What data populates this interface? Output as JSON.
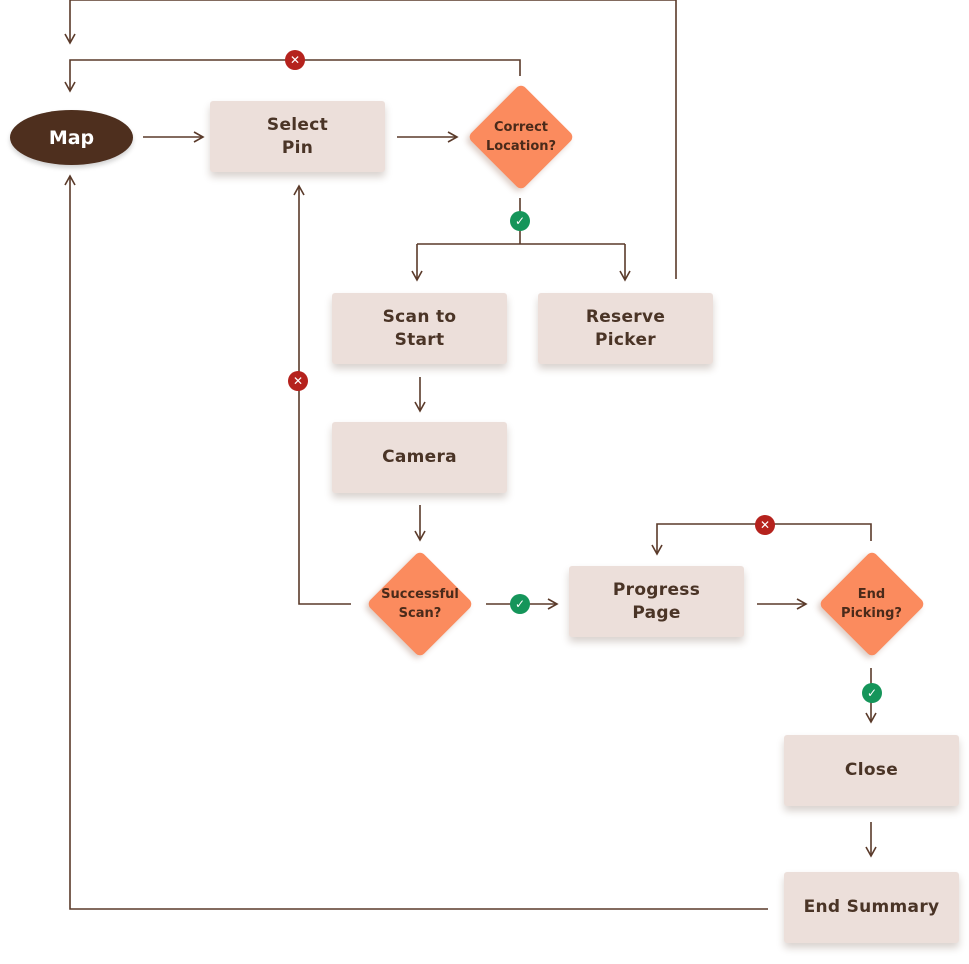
{
  "nodes": {
    "map": "Map",
    "select_pin": "Select\nPin",
    "correct_location": "Correct\nLocation?",
    "scan_to_start": "Scan to\nStart",
    "reserve_picker": "Reserve\nPicker",
    "camera": "Camera",
    "successful_scan": "Successful\nScan?",
    "progress_page": "Progress\nPage",
    "end_picking": "End\nPicking?",
    "close": "Close",
    "end_summary": "End Summary"
  },
  "icons": {
    "reject": "x-icon",
    "approve": "check-icon"
  },
  "colors": {
    "line": "#5a3a2a",
    "box_fill": "#ecdfda",
    "decision_fill": "#fb8b5e",
    "terminal_fill": "#4e2f1e",
    "reject_badge": "#b5221d",
    "approve_badge": "#15955a"
  }
}
